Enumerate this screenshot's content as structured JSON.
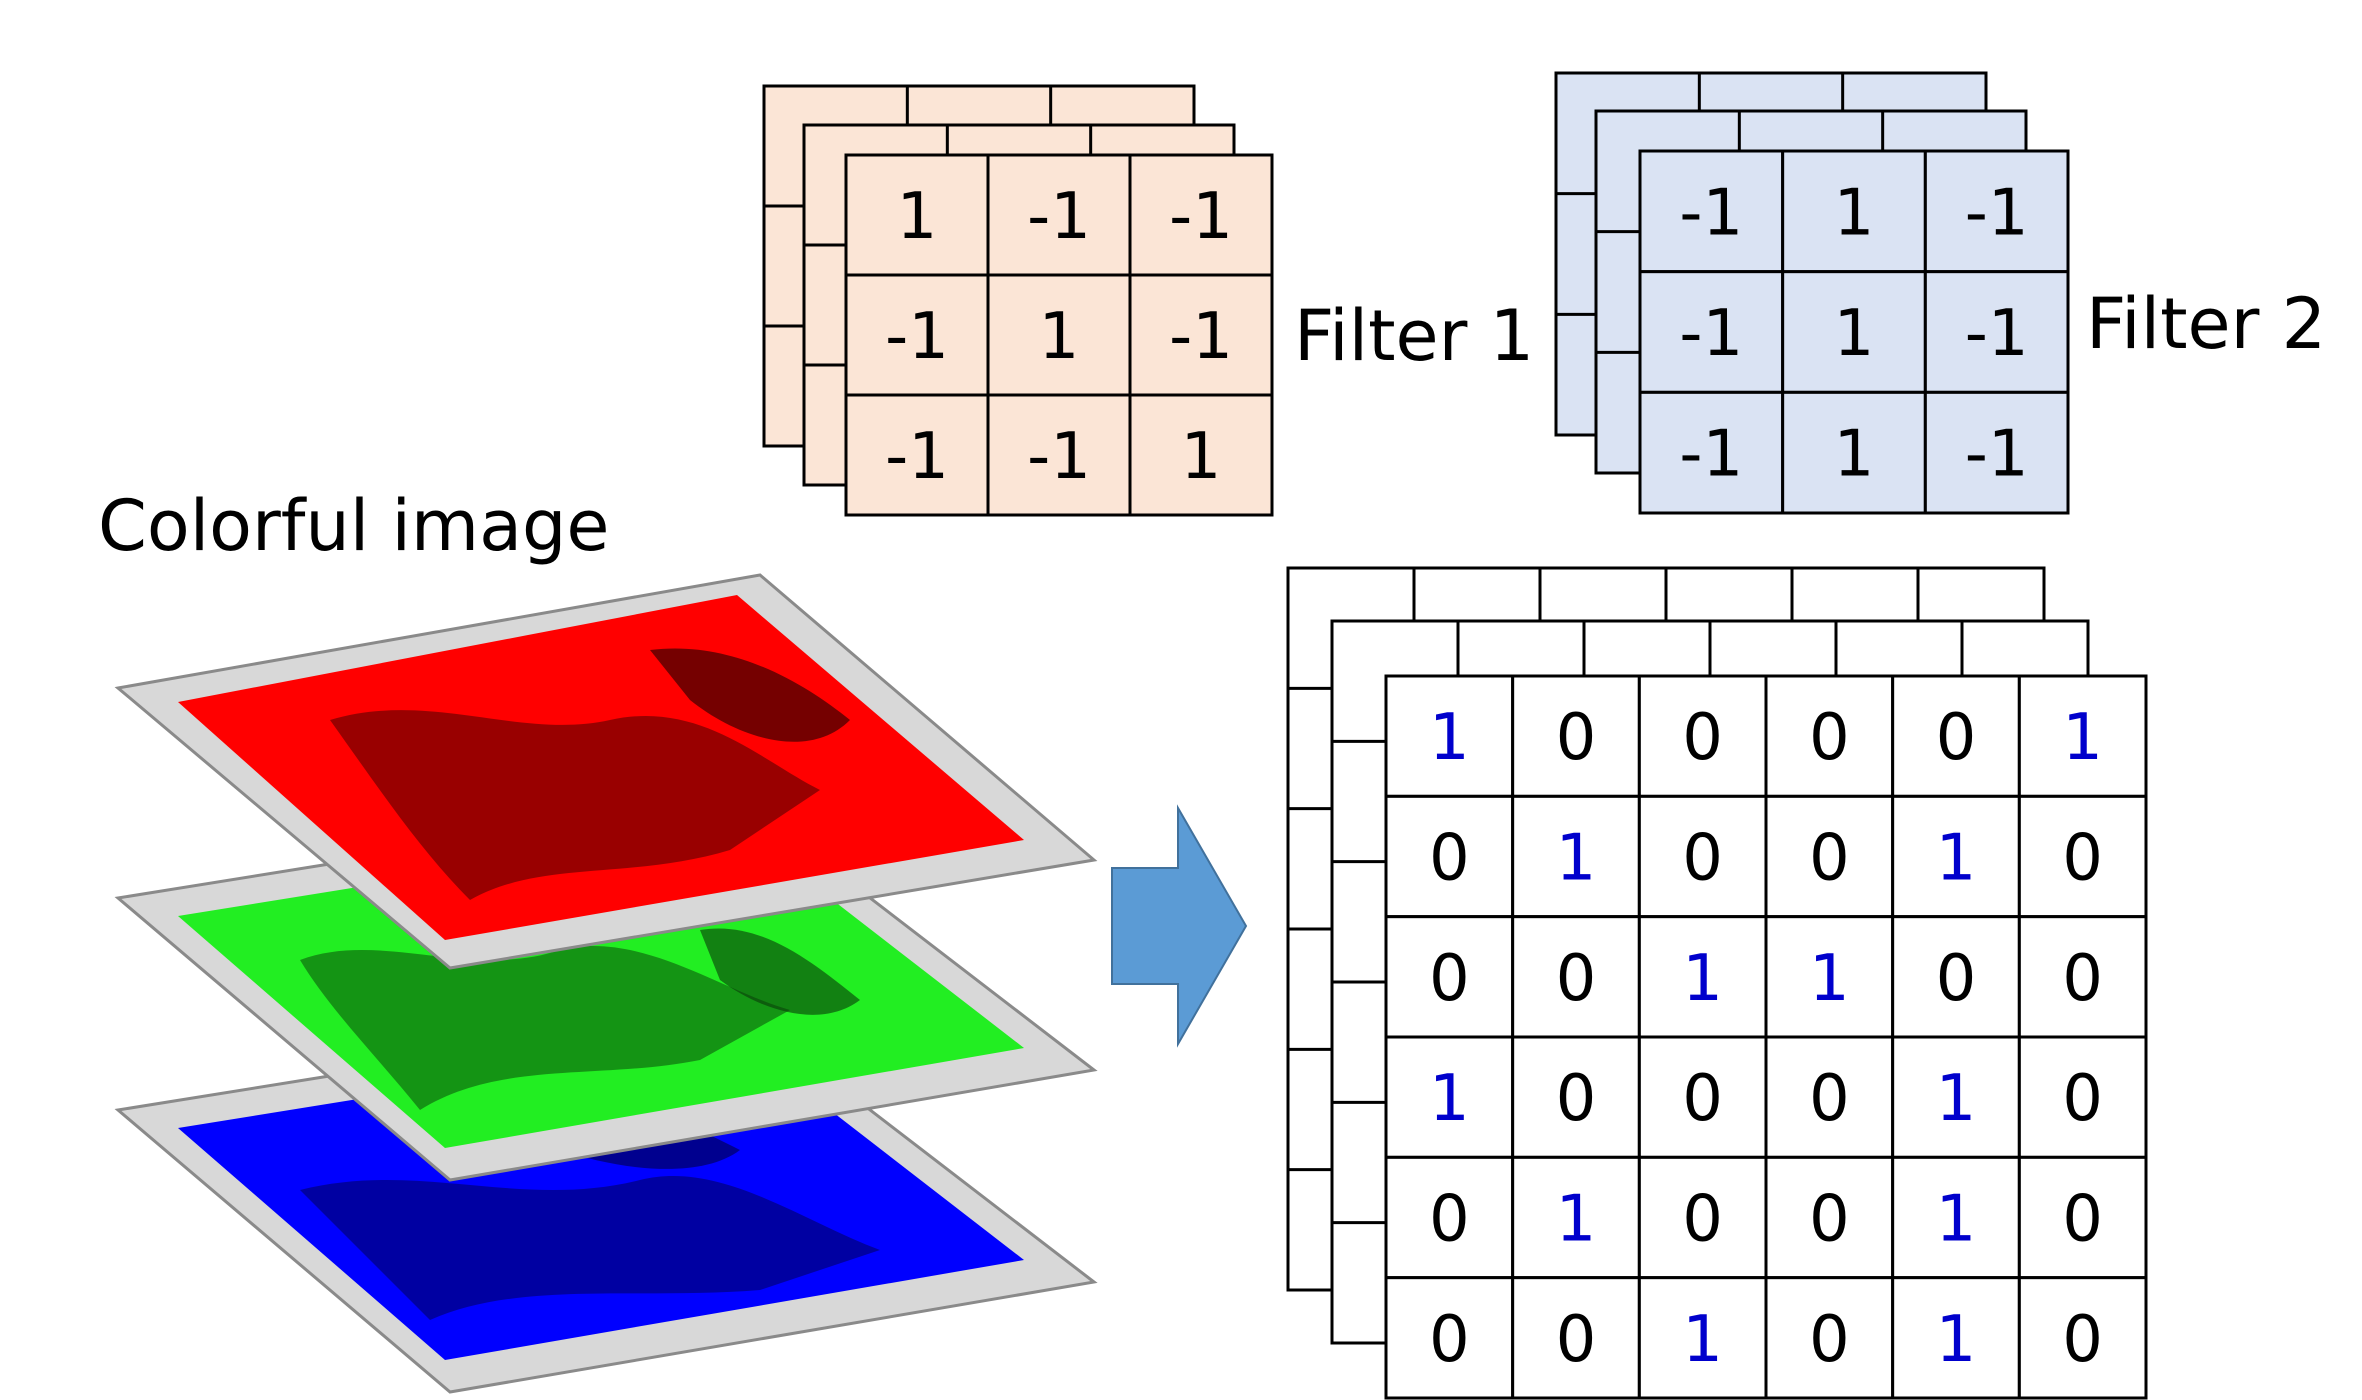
{
  "labels": {
    "image": "Colorful image",
    "filter1": "Filter 1",
    "filter2": "Filter 2"
  },
  "filter1": {
    "values": [
      [
        "1",
        "-1",
        "-1"
      ],
      [
        "-1",
        "1",
        "-1"
      ],
      [
        "-1",
        "-1",
        "1"
      ]
    ],
    "fill": "#fbe5d6"
  },
  "filter2": {
    "values": [
      [
        "-1",
        "1",
        "-1"
      ],
      [
        "-1",
        "1",
        "-1"
      ],
      [
        "-1",
        "1",
        "-1"
      ]
    ],
    "fill": "#dae3f3"
  },
  "image_stack": {
    "channels": [
      {
        "name": "red",
        "color": "#ff0000"
      },
      {
        "name": "green",
        "color": "#22ee22"
      },
      {
        "name": "blue",
        "color": "#0000ff"
      }
    ]
  },
  "arrow_color": "#5b9bd5",
  "input_matrix": {
    "values": [
      [
        "1",
        "0",
        "0",
        "0",
        "0",
        "1"
      ],
      [
        "0",
        "1",
        "0",
        "0",
        "1",
        "0"
      ],
      [
        "0",
        "0",
        "1",
        "1",
        "0",
        "0"
      ],
      [
        "1",
        "0",
        "0",
        "0",
        "1",
        "0"
      ],
      [
        "0",
        "1",
        "0",
        "0",
        "1",
        "0"
      ],
      [
        "0",
        "0",
        "1",
        "0",
        "1",
        "0"
      ]
    ],
    "one_color": "#0000cc",
    "zero_color": "#000000"
  }
}
